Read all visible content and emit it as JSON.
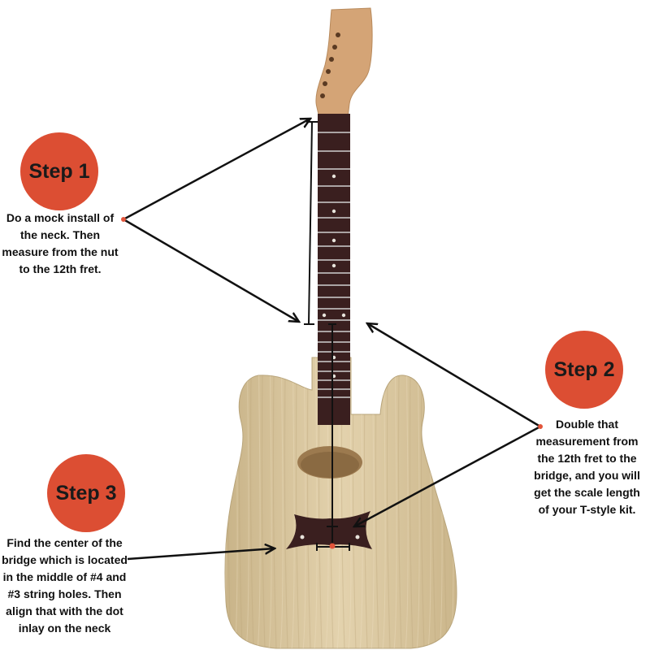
{
  "colors": {
    "step_circle": "#dc4e33",
    "marker_dot": "#e2543a",
    "arrow": "#111111",
    "maple_body": "#dcc79c",
    "maple_neck": "#d4a476",
    "rosewood": "#3a1f1f",
    "fret": "#cfcfcf",
    "inlay": "#e8e4dc"
  },
  "steps": [
    {
      "label": "Step 1",
      "text": "Do a mock install of the neck. Then measure from the nut to the 12th fret."
    },
    {
      "label": "Step 2",
      "text": "Double that measurement from the 12th fret to the bridge, and you will get the scale length of your T-style kit."
    },
    {
      "label": "Step 3",
      "text": "Find the center of the bridge which is located in the middle of #4 and #3 string holes. Then align that with the dot inlay on the neck"
    }
  ]
}
